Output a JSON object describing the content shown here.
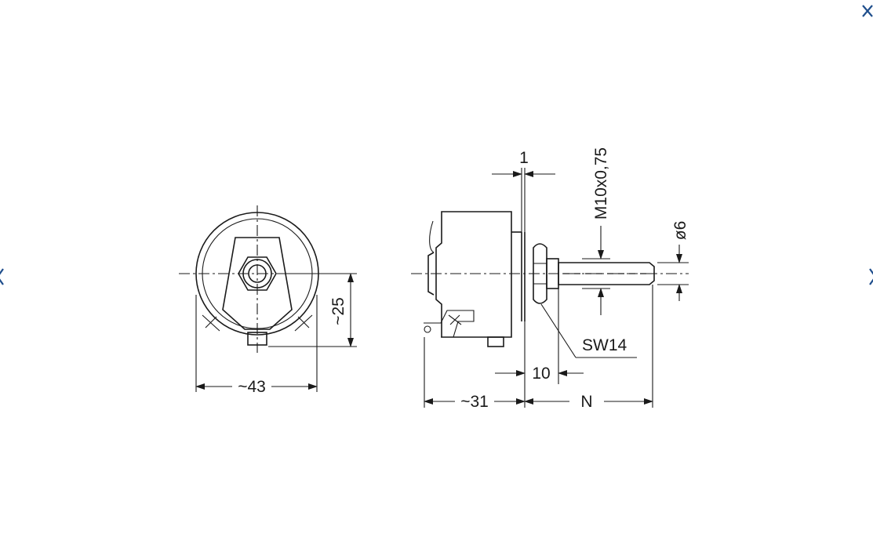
{
  "controls": {
    "close_glyph": "×",
    "prev_glyph": "‹",
    "next_glyph": "›",
    "accent_color": "#1f4e8c"
  },
  "drawing": {
    "front_view": {
      "width_label": "~43",
      "height_label": "~25"
    },
    "side_view": {
      "flange_label": "1",
      "thread_label": "M10x0,75",
      "shaft_dia_label": "ø6",
      "nut_label": "SW14",
      "bushing_label": "10",
      "body_label": "~31",
      "shaft_length_label": "N"
    }
  }
}
